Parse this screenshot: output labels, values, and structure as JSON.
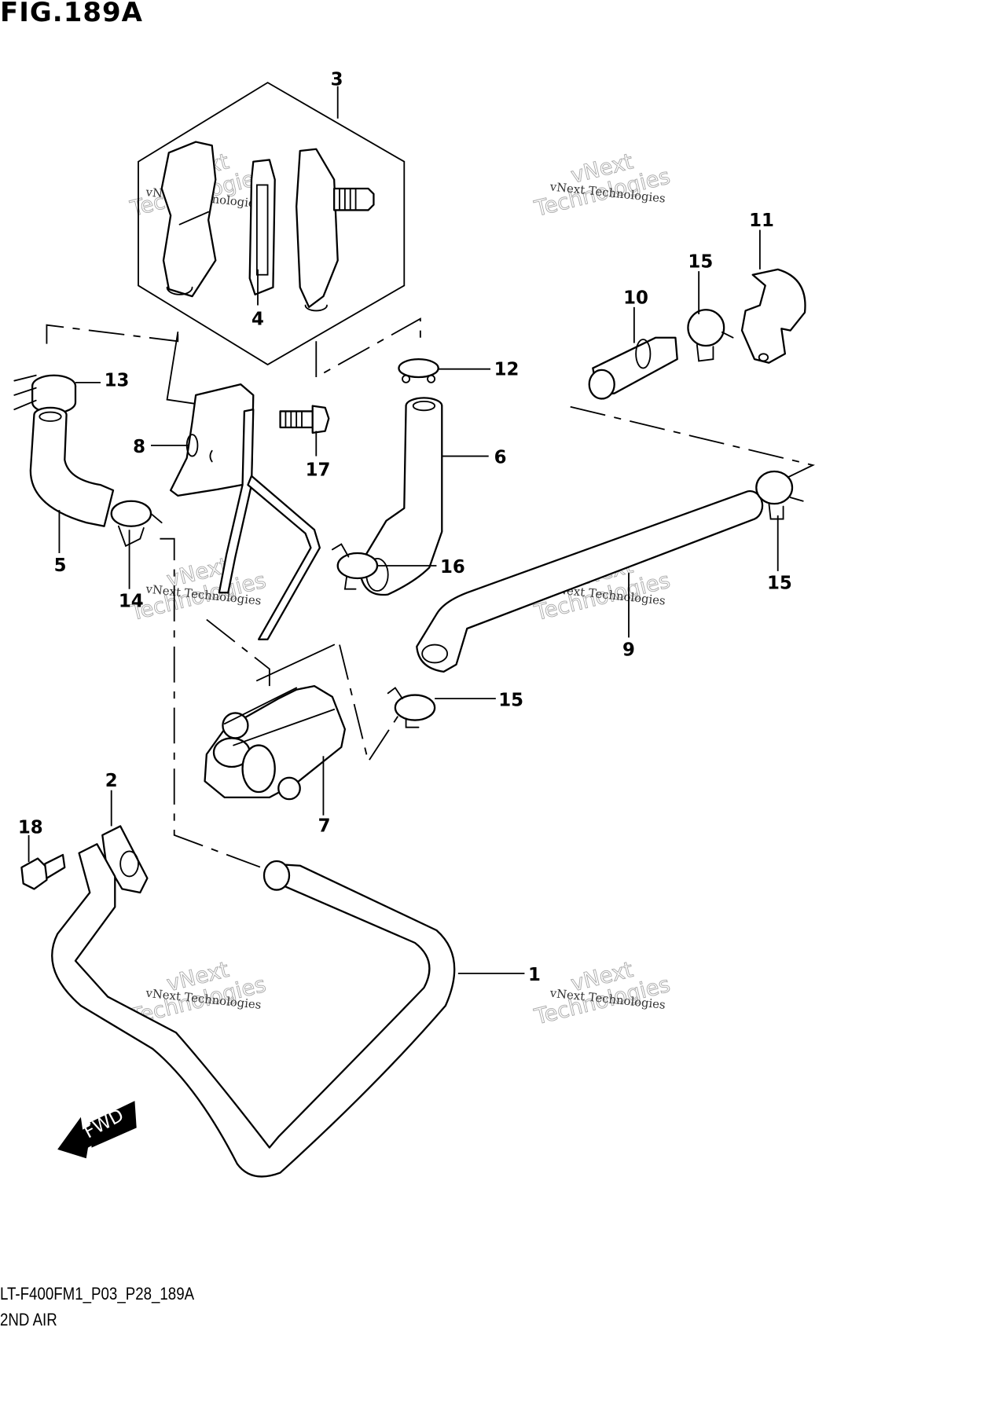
{
  "figure": {
    "title": "FIG.189A",
    "code": "LT-F400FM1_P03_P28_189A",
    "subtitle": "2ND AIR"
  },
  "direction_indicator": {
    "label": "FWD",
    "icon": "arrow-left-icon"
  },
  "watermark": {
    "line1": "vNext Technologies",
    "line2": "vNext",
    "line3": "Technologies"
  },
  "callouts": [
    {
      "id": "1",
      "part": "hose-1"
    },
    {
      "id": "2",
      "part": "gasket"
    },
    {
      "id": "3",
      "part": "reed-valve-assembly"
    },
    {
      "id": "4",
      "part": "reed-valve"
    },
    {
      "id": "5",
      "part": "hose-5"
    },
    {
      "id": "6",
      "part": "hose-6"
    },
    {
      "id": "7",
      "part": "air-control-valve"
    },
    {
      "id": "8",
      "part": "bracket"
    },
    {
      "id": "9",
      "part": "hose-9"
    },
    {
      "id": "10",
      "part": "joint"
    },
    {
      "id": "11",
      "part": "hose-11"
    },
    {
      "id": "12",
      "part": "clamp-12"
    },
    {
      "id": "13",
      "part": "clamp-13"
    },
    {
      "id": "14",
      "part": "clamp-14"
    },
    {
      "id": "15",
      "part": "clamp-15"
    },
    {
      "id": "16",
      "part": "clamp-16"
    },
    {
      "id": "17",
      "part": "bolt-17"
    },
    {
      "id": "18",
      "part": "bolt-18"
    }
  ],
  "labels": {
    "c1": "1",
    "c2": "2",
    "c3": "3",
    "c4": "4",
    "c5": "5",
    "c6": "6",
    "c7": "7",
    "c8": "8",
    "c9": "9",
    "c10": "10",
    "c11": "11",
    "c12": "12",
    "c13": "13",
    "c14": "14",
    "c15a": "15",
    "c15b": "15",
    "c15c": "15",
    "c16": "16",
    "c17": "17",
    "c18": "18"
  }
}
